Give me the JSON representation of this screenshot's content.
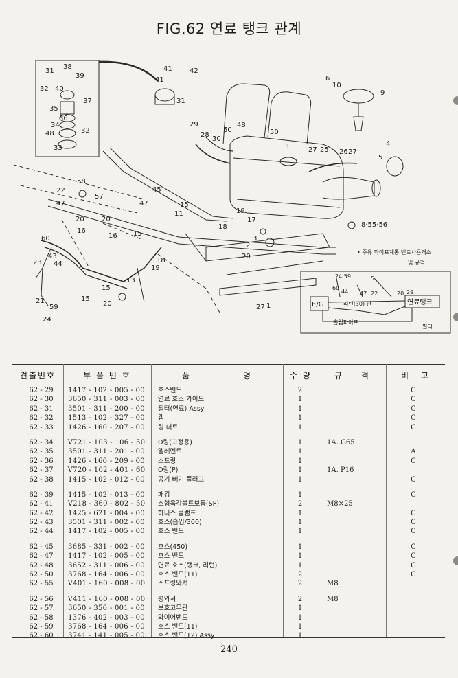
{
  "title": "FIG.62 연료 탱크 관계",
  "diagram": {
    "callouts": [
      "31",
      "38",
      "39",
      "32",
      "40",
      "37",
      "35",
      "34",
      "36",
      "32",
      "48",
      "33",
      "41",
      "42",
      "41",
      "31",
      "6",
      "10",
      "9",
      "29",
      "28",
      "30",
      "50",
      "48",
      "50",
      "1",
      "27",
      "25",
      "26",
      "27",
      "5",
      "4",
      "22",
      "58",
      "57",
      "47",
      "45",
      "47",
      "15",
      "11",
      "19",
      "18",
      "17",
      "3",
      "2",
      "20",
      "20",
      "20",
      "16",
      "16",
      "15",
      "60",
      "43",
      "44",
      "23",
      "21",
      "59",
      "24",
      "15",
      "15",
      "20",
      "13",
      "18",
      "19",
      "27",
      "1",
      "8·55·56"
    ],
    "note_line1": "• 주유 파이프계통 밴드사용개소",
    "note_line2": "및 규격",
    "inset_labels": [
      "24·59",
      "5",
      "60",
      "44",
      "47",
      "22",
      "20",
      "29",
      "리턴(30) 관",
      "흡입파이프",
      "E/G",
      "연료탱크",
      "필터"
    ]
  },
  "table": {
    "headers": [
      "견출번호",
      "부 품 번 호",
      "품 명",
      "수 량",
      "규 격",
      "비 고"
    ],
    "groups": [
      [
        {
          "ref": "62 - 29",
          "part": "1417 - 102 - 005 - 00",
          "name": "호스밴드",
          "qty": "2",
          "spec": "",
          "note": "C"
        },
        {
          "ref": "62 - 30",
          "part": "3650 - 311 - 003 - 00",
          "name": "연료 호스 가이드",
          "qty": "1",
          "spec": "",
          "note": "C"
        },
        {
          "ref": "62 - 31",
          "part": "3501 - 311 - 200 - 00",
          "name": "필터(연료) Assy",
          "qty": "1",
          "spec": "",
          "note": "C"
        },
        {
          "ref": "62 - 32",
          "part": "1513 - 102 - 327 - 00",
          "name": "캡",
          "qty": "1",
          "spec": "",
          "note": "C"
        },
        {
          "ref": "62 - 33",
          "part": "1426 - 160 - 207 - 00",
          "name": "링 너트",
          "qty": "1",
          "spec": "",
          "note": "C"
        }
      ],
      [
        {
          "ref": "62 - 34",
          "part": "V721 - 103 - 106 - 50",
          "name": "O링(고정용)",
          "qty": "1",
          "spec": "1A. G65",
          "note": ""
        },
        {
          "ref": "62 - 35",
          "part": "3501 - 311 - 201 - 00",
          "name": "엘레멘트",
          "qty": "1",
          "spec": "",
          "note": "A"
        },
        {
          "ref": "62 - 36",
          "part": "1426 - 160 - 209 - 00",
          "name": "스프링",
          "qty": "1",
          "spec": "",
          "note": "C"
        },
        {
          "ref": "62 - 37",
          "part": "V720 - 102 - 401 - 60",
          "name": "O링(P)",
          "qty": "1",
          "spec": "1A. P16",
          "note": ""
        },
        {
          "ref": "62 - 38",
          "part": "1415 - 102 - 012 - 00",
          "name": "공기 빼기 플러그",
          "qty": "1",
          "spec": "",
          "note": "C"
        }
      ],
      [
        {
          "ref": "62 - 39",
          "part": "1415 - 102 - 013 - 00",
          "name": "패킹",
          "qty": "1",
          "spec": "",
          "note": "C"
        },
        {
          "ref": "62 - 41",
          "part": "V218 - 360 - 802 - 50",
          "name": "소형육각볼트보통(SP)",
          "qty": "2",
          "spec": "M8×25",
          "note": ""
        },
        {
          "ref": "62 - 42",
          "part": "1425 - 621 - 004 - 00",
          "name": "하니스 클램프",
          "qty": "1",
          "spec": "",
          "note": "C"
        },
        {
          "ref": "62 - 43",
          "part": "3501 - 311 - 002 - 00",
          "name": "호스(흡입/300)",
          "qty": "1",
          "spec": "",
          "note": "C"
        },
        {
          "ref": "62 - 44",
          "part": "1417 - 102 - 005 - 00",
          "name": "호스 밴드",
          "qty": "1",
          "spec": "",
          "note": "C"
        }
      ],
      [
        {
          "ref": "62 - 45",
          "part": "3685 - 331 - 002 - 00",
          "name": "호스(450)",
          "qty": "1",
          "spec": "",
          "note": "C"
        },
        {
          "ref": "62 - 47",
          "part": "1417 - 102 - 005 - 00",
          "name": "호스 밴드",
          "qty": "1",
          "spec": "",
          "note": "C"
        },
        {
          "ref": "62 - 48",
          "part": "3652 - 311 - 006 - 00",
          "name": "연료 호스(탱크, 리턴)",
          "qty": "1",
          "spec": "",
          "note": "C"
        },
        {
          "ref": "62 - 50",
          "part": "3768 - 164 - 006 - 00",
          "name": "호스 밴드(11)",
          "qty": "2",
          "spec": "",
          "note": "C"
        },
        {
          "ref": "62 - 55",
          "part": "V401 - 160 - 008 - 00",
          "name": "스프링와셔",
          "qty": "2",
          "spec": "M8",
          "note": ""
        }
      ],
      [
        {
          "ref": "62 - 56",
          "part": "V411 - 160 - 008 - 00",
          "name": "평와셔",
          "qty": "2",
          "spec": "M8",
          "note": ""
        },
        {
          "ref": "62 - 57",
          "part": "3650 - 350 - 001 - 00",
          "name": "보호고무관",
          "qty": "1",
          "spec": "",
          "note": ""
        },
        {
          "ref": "62 - 58",
          "part": "1376 - 402 - 003 - 00",
          "name": "와이어밴드",
          "qty": "1",
          "spec": "",
          "note": ""
        },
        {
          "ref": "62 - 59",
          "part": "3768 - 164 - 006 - 00",
          "name": "호스 밴드(11)",
          "qty": "1",
          "spec": "",
          "note": ""
        },
        {
          "ref": "62 - 60",
          "part": "3741 - 141 - 005 - 00",
          "name": "호스 밴드(12) Assy",
          "qty": "1",
          "spec": "",
          "note": ""
        }
      ]
    ]
  },
  "page_number": "240"
}
